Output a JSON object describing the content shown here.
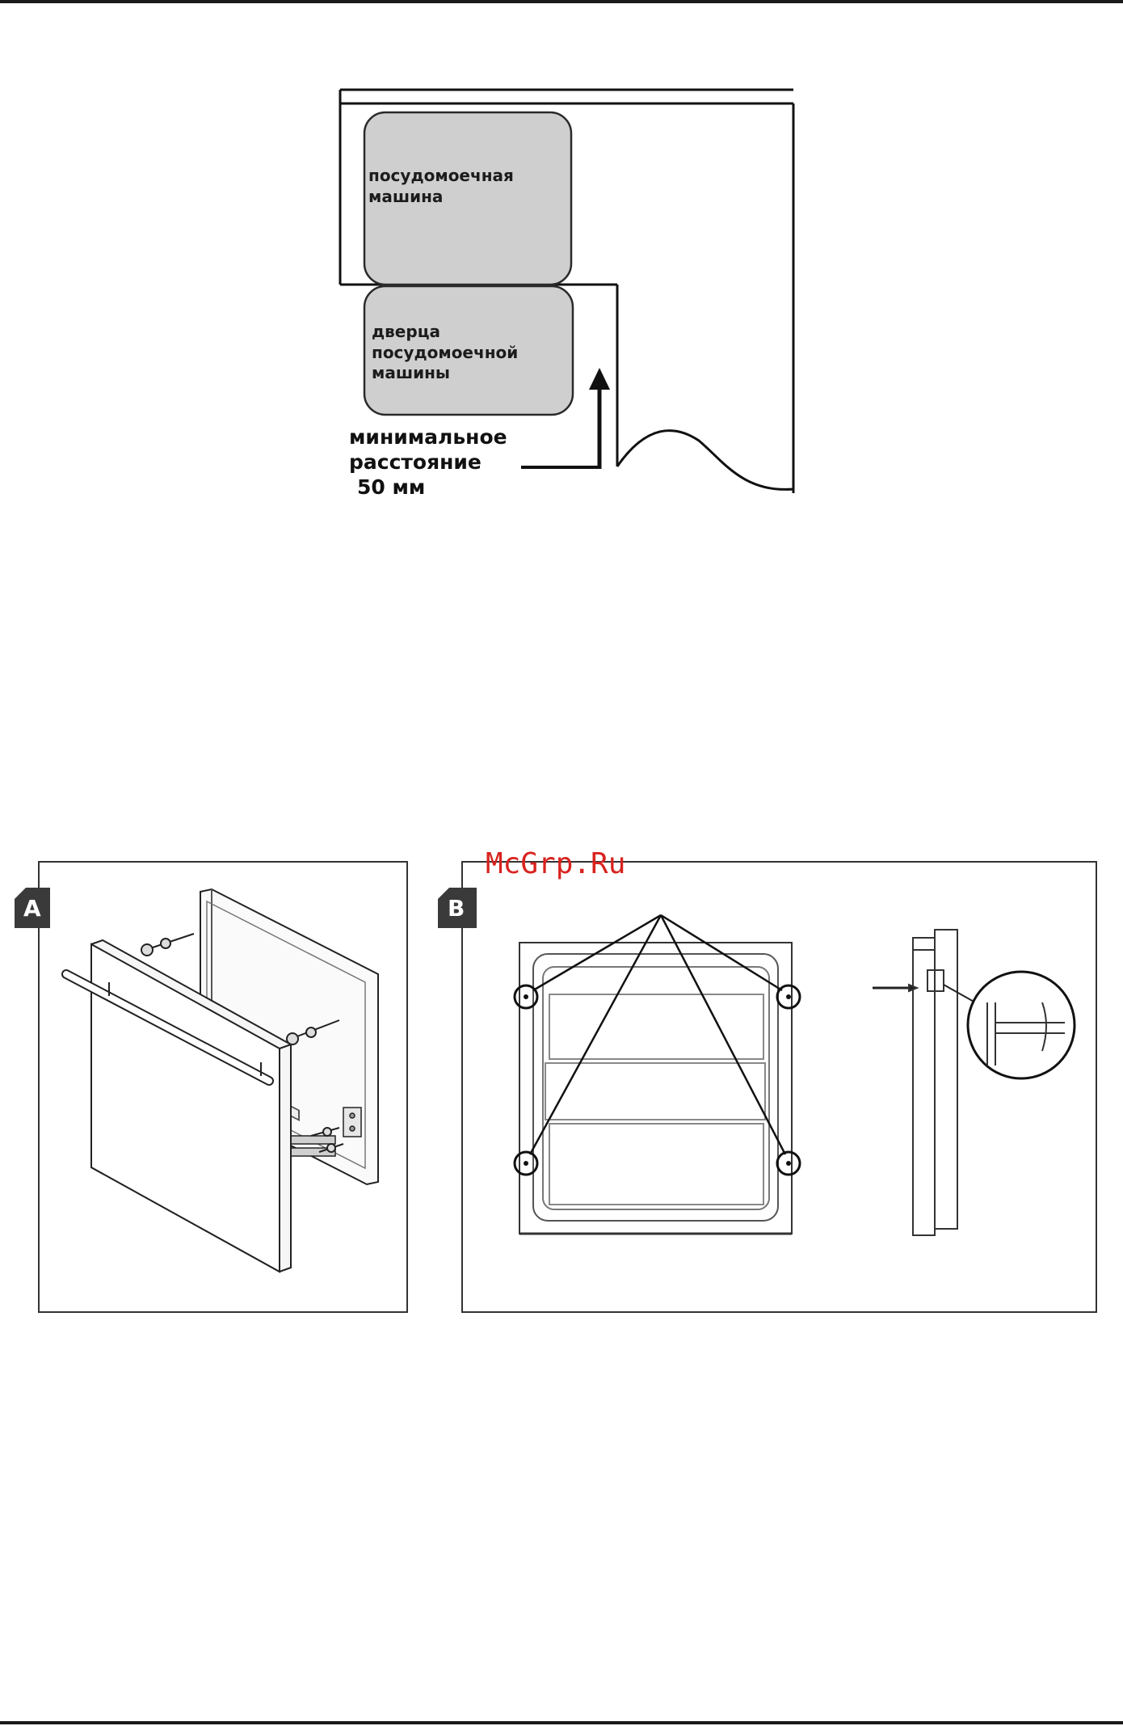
{
  "diagram": {
    "dishwasher_line1": "посудомоечная",
    "dishwasher_line2": "машина",
    "door_line1": "дверца",
    "door_line2": "посудомоечной",
    "door_line3": "машины",
    "distance_line1": "минимальное",
    "distance_line2": "расстояние",
    "distance_line3": "50 мм"
  },
  "figures": {
    "a_label": "A",
    "b_label": "B"
  },
  "watermark": "McGrp.Ru",
  "colors": {
    "box_fill": "#cfcfcf",
    "badge": "#3a3a3a",
    "watermark": "#d8231f"
  }
}
